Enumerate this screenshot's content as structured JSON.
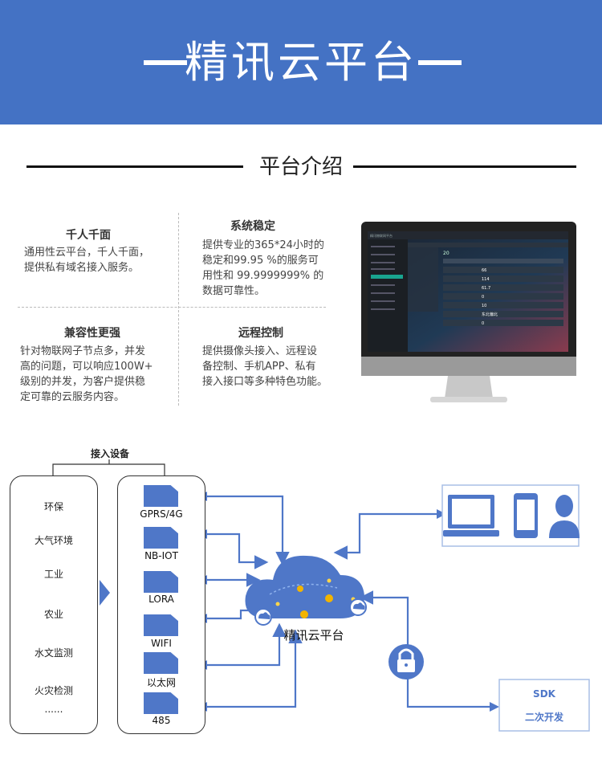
{
  "banner": {
    "title": "精讯云平台"
  },
  "intro": {
    "title": "平台介绍"
  },
  "features": [
    {
      "title": "千人千面",
      "desc": [
        "通用性云平台，千人千面，",
        "提供私有域名接入服务。"
      ]
    },
    {
      "title": "系统稳定",
      "desc": [
        "提供专业的365*24小时的",
        "稳定和99.95 %的服务可",
        "用性和 99.9999999% 的",
        "数据可靠性。"
      ]
    },
    {
      "title": "兼容性更强",
      "desc": [
        "针对物联网子节点多，并发",
        "高的问题，可以响应100W+",
        "级别的并发，为客户提供稳",
        "定可靠的云服务内容。"
      ]
    },
    {
      "title": "远程控制",
      "desc": [
        "提供摄像头接入、远程设",
        "备控制、手机APP、私有",
        "接入接口等多种特色功能。"
      ]
    }
  ],
  "monitor": {
    "app_title": "精讯物联网平台",
    "counter": "20",
    "values": [
      "66",
      "114",
      "61.7",
      "0",
      "10",
      "东北偏北",
      "0"
    ]
  },
  "diagram": {
    "group_title": "接入设备",
    "industries": [
      "环保",
      "大气环境",
      "工业",
      "农业",
      "水文监测",
      "火灾检测",
      "......"
    ],
    "devices": [
      "GPRS/4G",
      "NB-IOT",
      "LORA",
      "WIFI",
      "以太网",
      "485"
    ],
    "cloud_label": "精讯云平台",
    "sdk": {
      "line1": "SDK",
      "line2": "二次开发"
    },
    "accent": "#4f77c8"
  }
}
